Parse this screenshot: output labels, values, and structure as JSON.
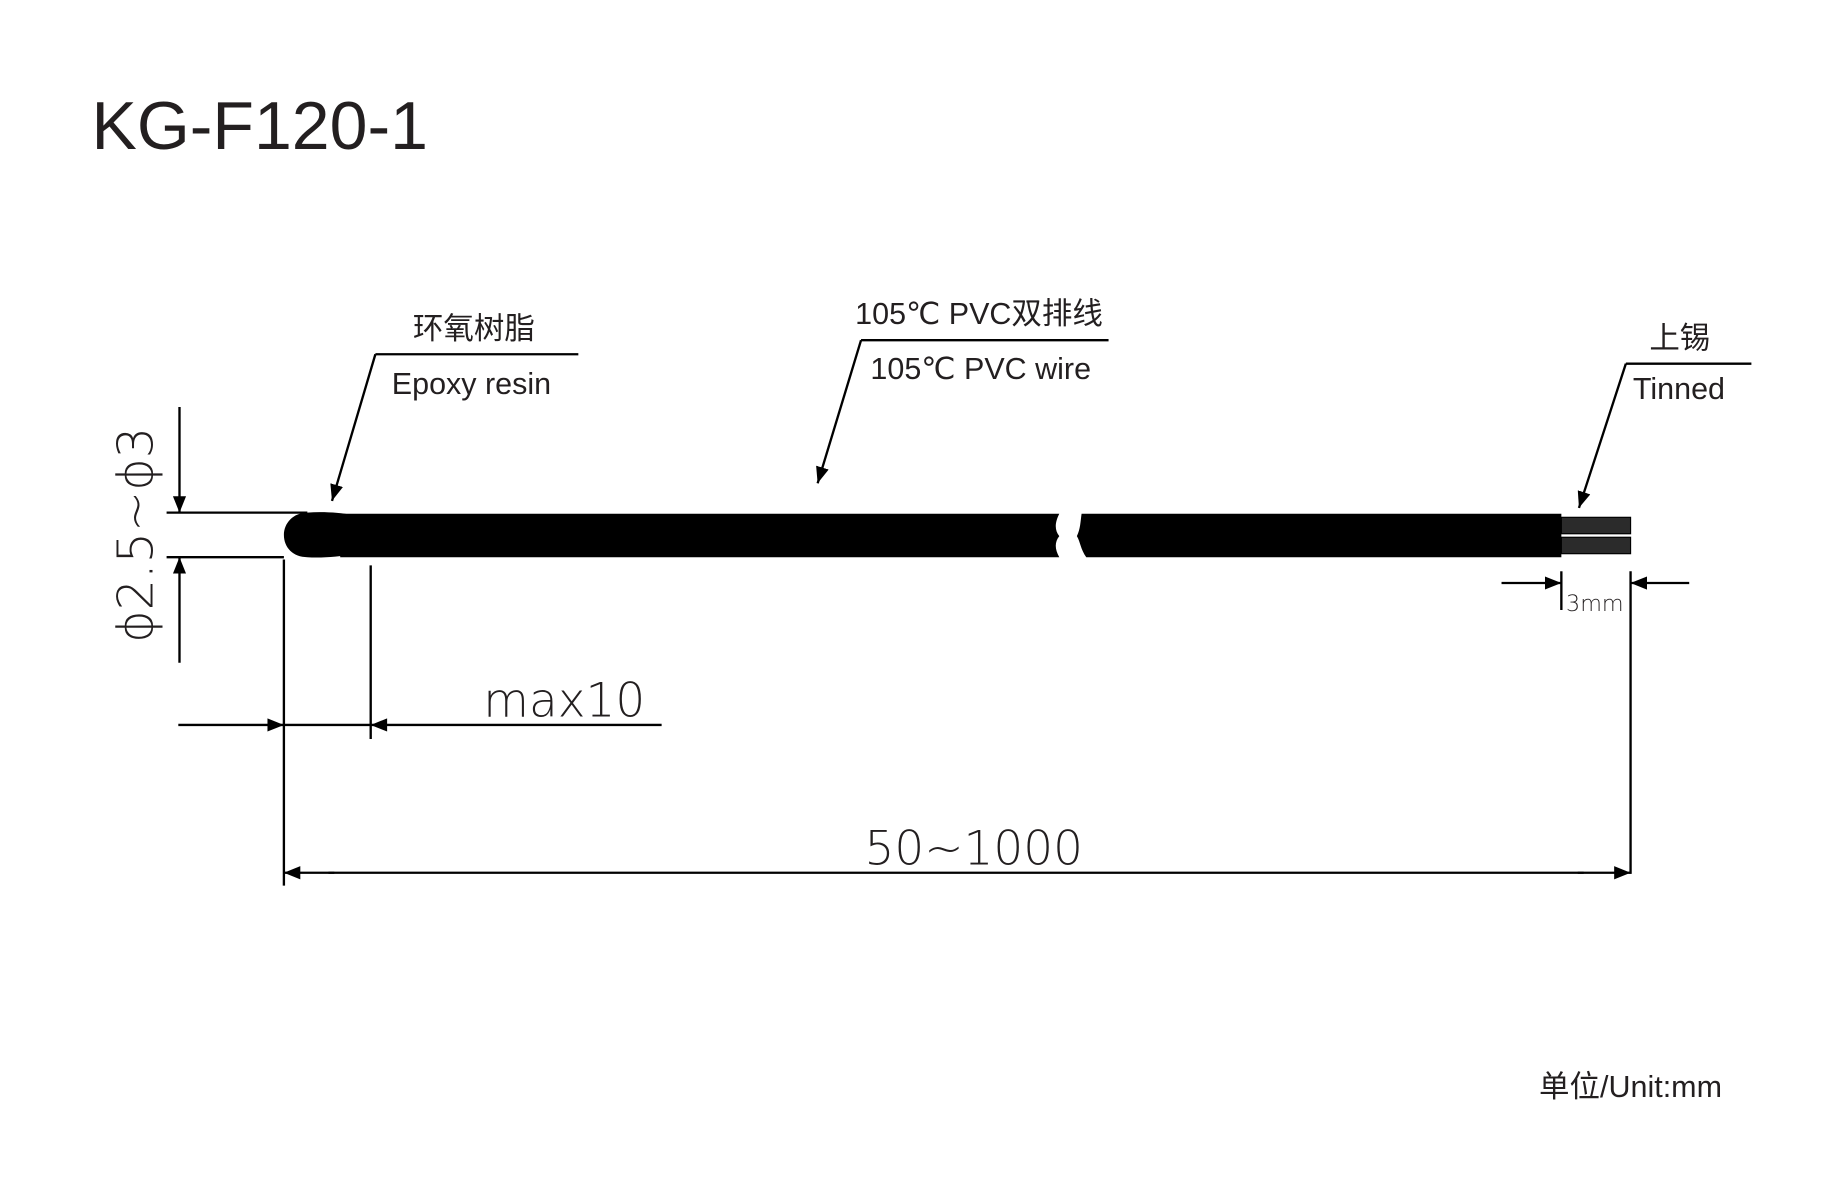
{
  "title": "KG-F120-1",
  "labels": {
    "epoxy_cn": "环氧树脂",
    "epoxy_en": "Epoxy resin",
    "wire_cn": "105℃ PVC双排线",
    "wire_en": "105℃ PVC wire",
    "tinned_cn": "上锡",
    "tinned_en": "Tinned"
  },
  "dimensions": {
    "diameter": "ϕ2.5~ϕ3",
    "head_length": "max10",
    "strip_length": "3mm",
    "total_length": "50~1000"
  },
  "unit": "单位/Unit:mm",
  "colors": {
    "wire": "#000000",
    "tinned": "#2b2b2b",
    "text": "#231f20"
  }
}
